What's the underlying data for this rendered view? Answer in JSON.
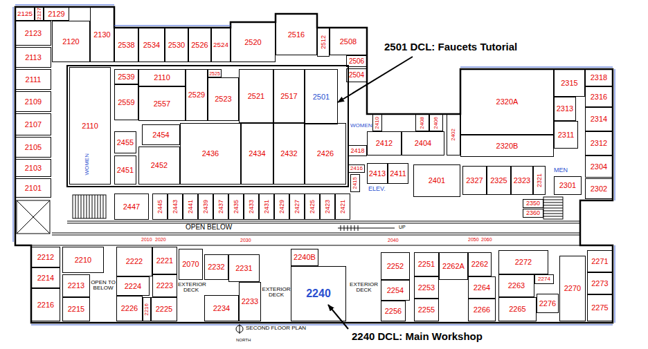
{
  "diagram": {
    "nodes": [
      {
        "text": [
          "2125"
        ]
      },
      {
        "text": [
          "2127"
        ]
      },
      {
        "text": [
          "2129"
        ]
      },
      {
        "text": [
          "2130"
        ]
      },
      {
        "text": [
          "2123"
        ]
      },
      {
        "text": [
          "2120"
        ]
      },
      {
        "text": [
          "2113"
        ]
      },
      {
        "text": [
          "2111"
        ]
      },
      {
        "text": [
          "2109"
        ]
      },
      {
        "text": [
          "2107"
        ]
      },
      {
        "text": [
          "2105"
        ]
      },
      {
        "text": [
          "2103"
        ]
      },
      {
        "text": [
          "2101"
        ]
      },
      {
        "text": [
          "2538"
        ]
      },
      {
        "text": [
          "2534"
        ]
      },
      {
        "text": [
          "2530"
        ]
      },
      {
        "text": [
          "2526"
        ]
      },
      {
        "text": [
          "2524"
        ]
      },
      {
        "text": [
          "2520"
        ]
      },
      {
        "text": [
          "2516"
        ]
      },
      {
        "text": [
          "2512"
        ]
      },
      {
        "text": [
          "2508"
        ]
      },
      {
        "text": [
          "2506"
        ]
      },
      {
        "text": [
          "2504"
        ]
      },
      {
        "text": [
          "2539"
        ]
      },
      {
        "text": [
          "2110"
        ]
      },
      {
        "text": [
          "2525"
        ]
      },
      {
        "text": [
          "2529"
        ]
      },
      {
        "text": [
          "2523"
        ]
      },
      {
        "text": [
          "2521"
        ]
      },
      {
        "text": [
          "2517"
        ]
      },
      {
        "text": [
          "2501"
        ]
      },
      {
        "text": [
          "2110"
        ]
      },
      {
        "text": [
          "2559"
        ]
      },
      {
        "text": [
          "2557"
        ]
      },
      {
        "text": [
          "2455"
        ]
      },
      {
        "text": [
          "2454"
        ]
      },
      {
        "text": [
          "2436"
        ]
      },
      {
        "text": [
          "2434"
        ]
      },
      {
        "text": [
          "2432"
        ]
      },
      {
        "text": [
          "2426"
        ]
      },
      {
        "text": [
          "2451"
        ]
      },
      {
        "text": [
          "2452"
        ]
      },
      {
        "text": [
          "2418"
        ]
      },
      {
        "text": [
          "2416"
        ]
      },
      {
        "text": [
          "2415"
        ]
      },
      {
        "text": [
          "2410"
        ]
      },
      {
        "text": [
          "2408"
        ]
      },
      {
        "text": [
          "2406"
        ]
      },
      {
        "text": [
          "2402"
        ]
      },
      {
        "text": [
          "2412"
        ]
      },
      {
        "text": [
          "2404"
        ]
      },
      {
        "text": [
          "2413"
        ]
      },
      {
        "text": [
          "2411"
        ]
      },
      {
        "text": [
          "2401"
        ]
      },
      {
        "text": [
          "2320A"
        ]
      },
      {
        "text": [
          "2320B"
        ]
      },
      {
        "text": [
          "2327"
        ]
      },
      {
        "text": [
          "2325"
        ]
      },
      {
        "text": [
          "2323"
        ]
      },
      {
        "text": [
          "2321"
        ]
      },
      {
        "text": [
          "2315"
        ]
      },
      {
        "text": [
          "2318"
        ]
      },
      {
        "text": [
          "2316"
        ]
      },
      {
        "text": [
          "2313"
        ]
      },
      {
        "text": [
          "2314"
        ]
      },
      {
        "text": [
          "2311"
        ]
      },
      {
        "text": [
          "2312"
        ]
      },
      {
        "text": [
          "2304"
        ]
      },
      {
        "text": [
          "2301"
        ]
      },
      {
        "text": [
          "2302"
        ]
      },
      {
        "text": [
          "2350"
        ]
      },
      {
        "text": [
          "2360"
        ]
      },
      {
        "text": [
          "2447"
        ]
      },
      {
        "text": [
          "2445"
        ]
      },
      {
        "text": [
          "2443"
        ]
      },
      {
        "text": [
          "2441"
        ]
      },
      {
        "text": [
          "2439"
        ]
      },
      {
        "text": [
          "2437"
        ]
      },
      {
        "text": [
          "2435"
        ]
      },
      {
        "text": [
          "2433"
        ]
      },
      {
        "text": [
          "2431"
        ]
      },
      {
        "text": [
          "2429"
        ]
      },
      {
        "text": [
          "2427"
        ]
      },
      {
        "text": [
          "2425"
        ]
      },
      {
        "text": [
          "2423"
        ]
      },
      {
        "text": [
          "2421"
        ]
      },
      {
        "text": [
          "2212"
        ]
      },
      {
        "text": [
          "2214"
        ]
      },
      {
        "text": [
          "2216"
        ]
      },
      {
        "text": [
          "2210"
        ]
      },
      {
        "text": [
          "2213"
        ]
      },
      {
        "text": [
          "2215"
        ]
      },
      {
        "text": [
          "2222"
        ]
      },
      {
        "text": [
          "2224"
        ]
      },
      {
        "text": [
          "2226"
        ]
      },
      {
        "text": [
          "2216"
        ]
      },
      {
        "text": [
          "2221"
        ]
      },
      {
        "text": [
          "2223"
        ]
      },
      {
        "text": [
          "2225"
        ]
      },
      {
        "text": [
          "2070"
        ]
      },
      {
        "text": [
          "2232"
        ]
      },
      {
        "text": [
          "2234"
        ]
      },
      {
        "text": [
          "2231"
        ]
      },
      {
        "text": [
          "2233"
        ]
      },
      {
        "text": [
          "2240B"
        ]
      },
      {
        "text": [
          "2240"
        ]
      },
      {
        "text": [
          "2252"
        ]
      },
      {
        "text": [
          "2254"
        ]
      },
      {
        "text": [
          "2256"
        ]
      },
      {
        "text": [
          "2251"
        ]
      },
      {
        "text": [
          "2253"
        ]
      },
      {
        "text": [
          "2255"
        ]
      },
      {
        "text": [
          "2262A"
        ]
      },
      {
        "text": [
          "2262"
        ]
      },
      {
        "text": [
          "2264"
        ]
      },
      {
        "text": [
          "2266"
        ]
      },
      {
        "text": [
          "2272"
        ]
      },
      {
        "text": [
          "2274"
        ]
      },
      {
        "text": [
          "2263"
        ]
      },
      {
        "text": [
          "2265"
        ]
      },
      {
        "text": [
          "2276"
        ]
      },
      {
        "text": [
          "2270"
        ]
      },
      {
        "text": [
          "2271"
        ]
      },
      {
        "text": [
          "2273"
        ]
      },
      {
        "text": [
          "2275"
        ]
      }
    ],
    "labels": [
      "2501 DCL: Faucets Tutorial",
      "2240 DCL: Main Workshop",
      "OPEN BELOW",
      "SECOND FLOOR PLAN",
      "NORTH",
      "WOMEN",
      "WOMEN",
      "MEN",
      "ELEV.",
      "EXTERIOR DECK",
      "EXTERIOR DECK",
      "EXTERIOR DECK",
      "OPEN TO BELOW",
      "2010",
      "2020",
      "2030",
      "2040",
      "2050",
      "2060",
      "UP"
    ]
  }
}
